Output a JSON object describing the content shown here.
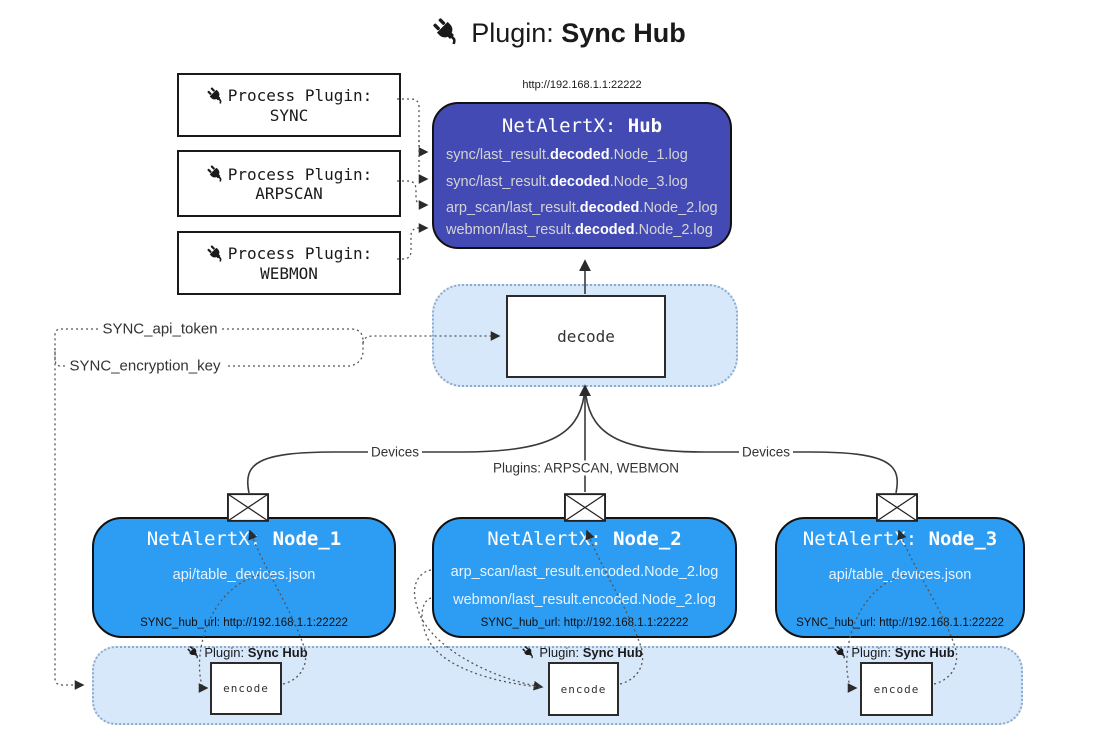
{
  "title": {
    "icon": "plug-icon",
    "prefix": "Plugin:",
    "bold": "Sync Hub"
  },
  "hub_url_caption": "http://192.168.1.1:22222",
  "process_plugins": [
    {
      "label": "Process Plugin:",
      "name": "SYNC"
    },
    {
      "label": "Process Plugin:",
      "name": "ARPSCAN"
    },
    {
      "label": "Process Plugin:",
      "name": "WEBMON"
    }
  ],
  "hub": {
    "name_prefix": "NetAlertX:",
    "name_bold": "Hub",
    "lines": [
      {
        "pre": "sync/last_result.",
        "bold": "decoded",
        "post": ".Node_1.log"
      },
      {
        "pre": "sync/last_result.",
        "bold": "decoded",
        "post": ".Node_3.log"
      },
      {
        "pre": "arp_scan/last_result.",
        "bold": "decoded",
        "post": ".Node_2.log"
      },
      {
        "pre": "webmon/last_result.",
        "bold": "decoded",
        "post": ".Node_2.log"
      }
    ]
  },
  "decode_box": {
    "label": "decode"
  },
  "config": {
    "api_token": "SYNC_api_token",
    "encryption_key": "SYNC_encryption_key"
  },
  "edge_labels": {
    "devices_left": "Devices",
    "plugins_middle": "Plugins: ARPSCAN, WEBMON",
    "devices_right": "Devices"
  },
  "nodes": [
    {
      "name_prefix": "NetAlertX:",
      "name_bold": "Node_1",
      "files": [
        "api/table_devices.json"
      ],
      "hub_url": "SYNC_hub_url: http://192.168.1.1:22222"
    },
    {
      "name_prefix": "NetAlertX:",
      "name_bold": "Node_2",
      "files": [
        "arp_scan/last_result.encoded.Node_2.log",
        "webmon/last_result.encoded.Node_2.log"
      ],
      "hub_url": "SYNC_hub_url: http://192.168.1.1:22222"
    },
    {
      "name_prefix": "NetAlertX:",
      "name_bold": "Node_3",
      "files": [
        "api/table_devices.json"
      ],
      "hub_url": "SYNC_hub_url: http://192.168.1.1:22222"
    }
  ],
  "encoders": [
    {
      "plugin_prefix": "Plugin:",
      "plugin_bold": "Sync Hub",
      "box_label": "encode"
    },
    {
      "plugin_prefix": "Plugin:",
      "plugin_bold": "Sync Hub",
      "box_label": "encode"
    },
    {
      "plugin_prefix": "Plugin:",
      "plugin_bold": "Sync Hub",
      "box_label": "encode"
    }
  ],
  "colors": {
    "hub_bg": "#434ab3",
    "node_bg": "#2d9cf3",
    "panel_bg": "#d8e8fb",
    "panel_border": "#8fabcc",
    "wire": "#3a3a3a"
  }
}
